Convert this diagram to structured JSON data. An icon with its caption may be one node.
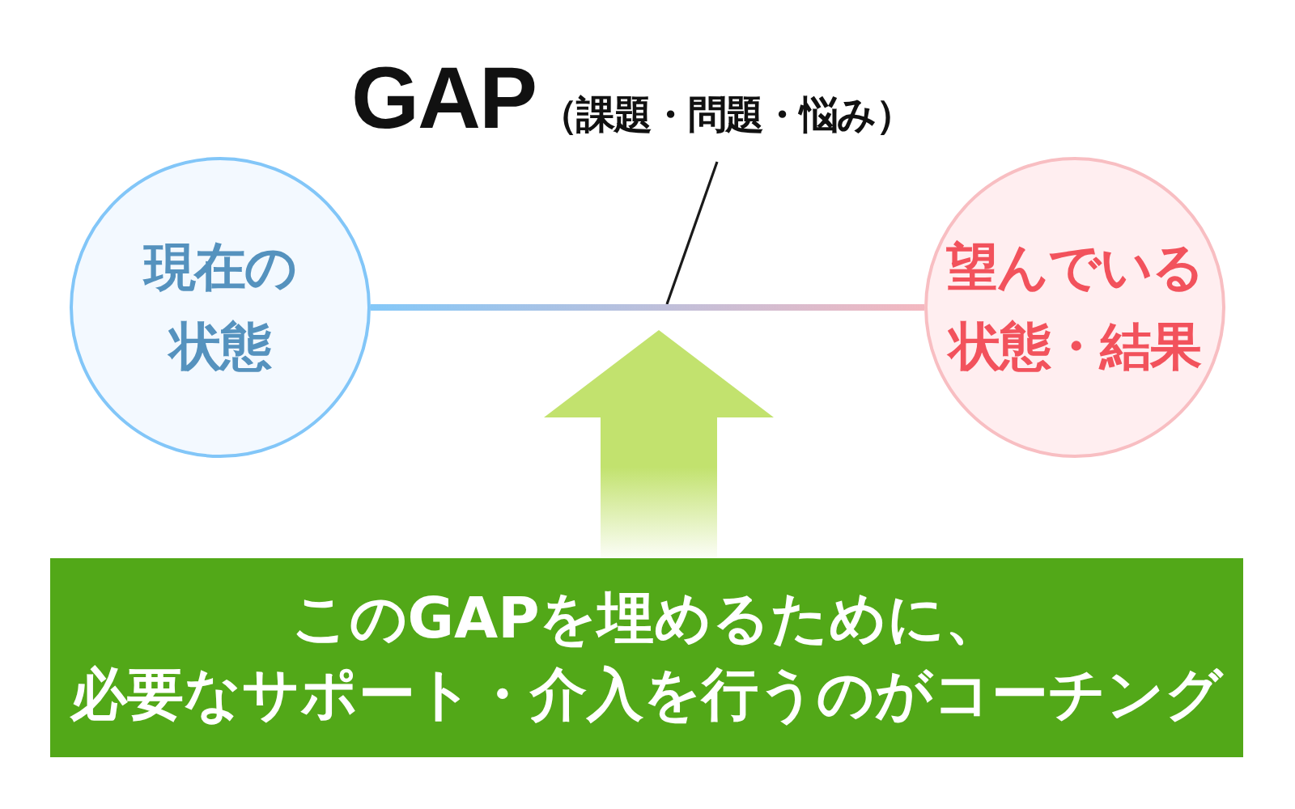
{
  "diagram": {
    "nodes": [
      {
        "text": [
          "GAP",
          "（課題・問題・悩み）"
        ]
      },
      {
        "text": [
          "現在の状態"
        ]
      },
      {
        "text": [
          "望んでいる状態・結果"
        ]
      },
      {
        "text": [
          "このGAPを埋めるために、必要なサポート・介入を行うのがコーチング"
        ]
      }
    ],
    "edges": [
      {
        "from": 0,
        "to": null,
        "arrow": "none"
      },
      {
        "from": 1,
        "to": 2,
        "arrow": "none"
      },
      {
        "from": 3,
        "to": null,
        "arrow": "to",
        "style": "thick",
        "color": "#c2e26e"
      }
    ]
  }
}
